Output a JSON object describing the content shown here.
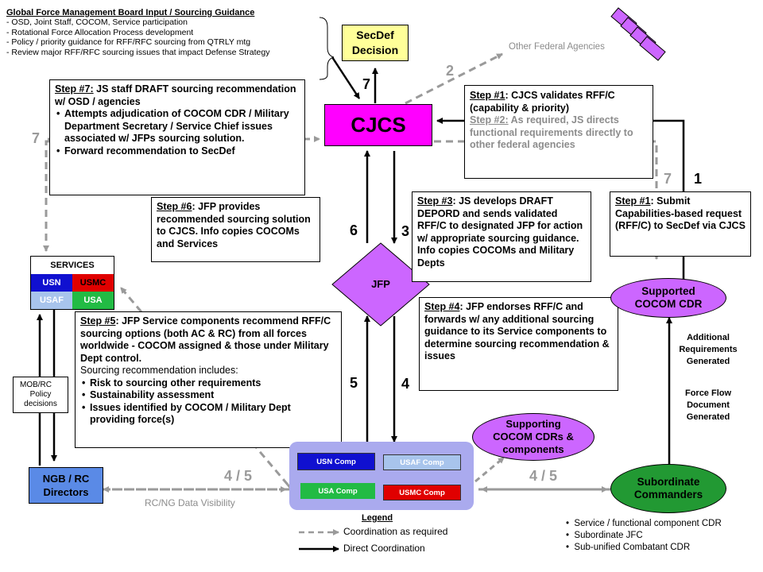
{
  "gfmb": {
    "title": "Global Force Management Board Input / Sourcing Guidance",
    "items": [
      "- OSD, Joint Staff, COCOM, Service participation",
      "- Rotational Force Allocation Process development",
      "- Policy / priority guidance for RFF/RFC  sourcing from QTRLY mtg",
      "- Review major RFF/RFC  sourcing issues that impact Defense Strategy"
    ]
  },
  "secdef": {
    "line1": "SecDef",
    "line2": "Decision"
  },
  "other_federal": "Other Federal Agencies",
  "cjcs": "CJCS",
  "jfp": "JFP",
  "numbers": {
    "n7_left": "7",
    "n7_top": "7",
    "n2": "2",
    "n7_right": "7",
    "n1": "1",
    "n6": "6",
    "n3": "3",
    "n5": "5",
    "n4": "4",
    "n45_left": "4 / 5",
    "n45_right": "4 / 5"
  },
  "step7": {
    "label": "Step #7:",
    "text": "  JS staff DRAFT sourcing recommendation w/ OSD / agencies",
    "bullets": [
      "Attempts adjudication of COCOM CDR / Military Department Secretary / Service Chief issues associated w/ JFPs sourcing solution.",
      "Forward recommendation to SecDef"
    ]
  },
  "step1_cjcs": {
    "label": "Step #1",
    "text": ":  CJCS validates RFF/C (capability & priority)",
    "label2": "Step #2:",
    "text2": "  As required, JS directs functional requirements directly to other federal agencies"
  },
  "step6": {
    "label": "Step #6",
    "text": ":  JFP provides recommended sourcing solution to CJCS.  Info copies COCOMs and Services"
  },
  "step3": {
    "label": "Step #3",
    "text": ":  JS develops DRAFT DEPORD and sends validated RFF/C to designated JFP for action w/ appropriate sourcing guidance.  Info copies COCOMs and Military Depts"
  },
  "step1_submit": {
    "label": "Step #1",
    "text": ":  Submit Capabilities-based request (RFF/C) to SecDef via CJCS"
  },
  "step4": {
    "label": "Step #4",
    "text": ":  JFP endorses RFF/C and forwards w/ any additional sourcing guidance to its Service components to determine sourcing recommendation & issues"
  },
  "step5": {
    "label": "Step #5",
    "text": ":  JFP Service components recommend RFF/C sourcing options (both AC & RC) from all forces worldwide - COCOM assigned & those under Military Dept control.",
    "text2": "Sourcing recommendation includes:",
    "bullets": [
      "Risk to sourcing other requirements",
      "Sustainability assessment",
      "Issues identified by COCOM / Military Dept providing force(s)"
    ]
  },
  "services": {
    "title": "SERVICES",
    "cells": [
      "USN",
      "USMC",
      "USAF",
      "USA"
    ],
    "colors": {
      "usn": "#1010d0",
      "usmc": "#e00000",
      "usaf": "#a8c4ec",
      "usa": "#22bb44"
    }
  },
  "mob_rc": {
    "line1": "MOB/RC",
    "line2": "Policy",
    "line3": "decisions"
  },
  "ngb": {
    "line1": "NGB / RC",
    "line2": "Directors"
  },
  "rc_ng": "RC/NG Data Visibility",
  "components": {
    "usn": "USN Comp",
    "usaf": "USAF Comp",
    "usa": "USA Comp",
    "usmc": "USMC Comp",
    "bg": "#aaaaee"
  },
  "supporting": {
    "line1": "Supporting",
    "line2": "COCOM CDRs &",
    "line3": "components"
  },
  "supported": {
    "line1": "Supported",
    "line2": "COCOM CDR"
  },
  "additional_req": {
    "line1": "Additional",
    "line2": "Requirements",
    "line3": "Generated"
  },
  "force_flow": {
    "line1": "Force Flow",
    "line2": "Document",
    "line3": "Generated"
  },
  "subordinate": {
    "line1": "Subordinate",
    "line2": "Commanders"
  },
  "subordinate_list": [
    "Service / functional component CDR",
    "Subordinate JFC",
    "Sub-unified Combatant CDR"
  ],
  "legend": {
    "title": "Legend",
    "dashed": "Coordination as required",
    "solid": "Direct Coordination"
  },
  "colors": {
    "secdef_fill": "#ffff99",
    "cjcs_fill": "#ff00ff",
    "jfp_fill": "#cc66ff",
    "ellipse_fill": "#cc66ff",
    "subordinate_fill": "#229933",
    "ngb_fill": "#5a8ae6",
    "gray": "#9a9a9a"
  }
}
